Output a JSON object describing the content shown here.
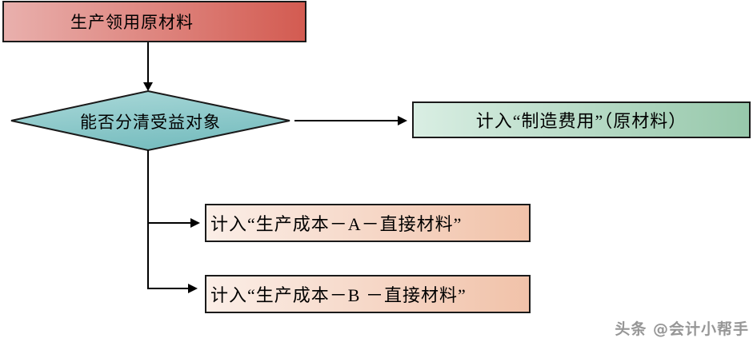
{
  "diagram": {
    "title_hint": "flowchart of accounting treatment for raw materials issued to production",
    "nodes": {
      "start": {
        "label": "生产领用原材料",
        "shape": "rectangle"
      },
      "decision": {
        "label": "能否分清受益对象",
        "shape": "diamond"
      },
      "manufacturing_overhead": {
        "label": "计入“制造费用”（原材料）",
        "shape": "rectangle"
      },
      "production_cost_a": {
        "label": "计入“生产成本－A－直接材料”",
        "shape": "rectangle"
      },
      "production_cost_b": {
        "label": "计入“生产成本－B －直接材料”",
        "shape": "rectangle"
      }
    },
    "edges": [
      {
        "from": "start",
        "to": "decision"
      },
      {
        "from": "decision",
        "to": "manufacturing_overhead"
      },
      {
        "from": "decision",
        "to": "production_cost_a"
      },
      {
        "from": "decision",
        "to": "production_cost_b"
      }
    ],
    "colors": {
      "start_gradient_left": "#e9b0ad",
      "start_gradient_right": "#d35b51",
      "decision_gradient_light": "#abd9d9",
      "decision_gradient_dark": "#79bec0",
      "overhead_gradient_left": "#d9eee3",
      "overhead_gradient_right": "#97c8ab",
      "cost_gradient_left": "#fbeee7",
      "cost_gradient_right": "#f1c2a9",
      "border": "#1a1a1a",
      "connector": "#000000"
    }
  },
  "watermark": {
    "text": "头条 @会计小帮手"
  }
}
